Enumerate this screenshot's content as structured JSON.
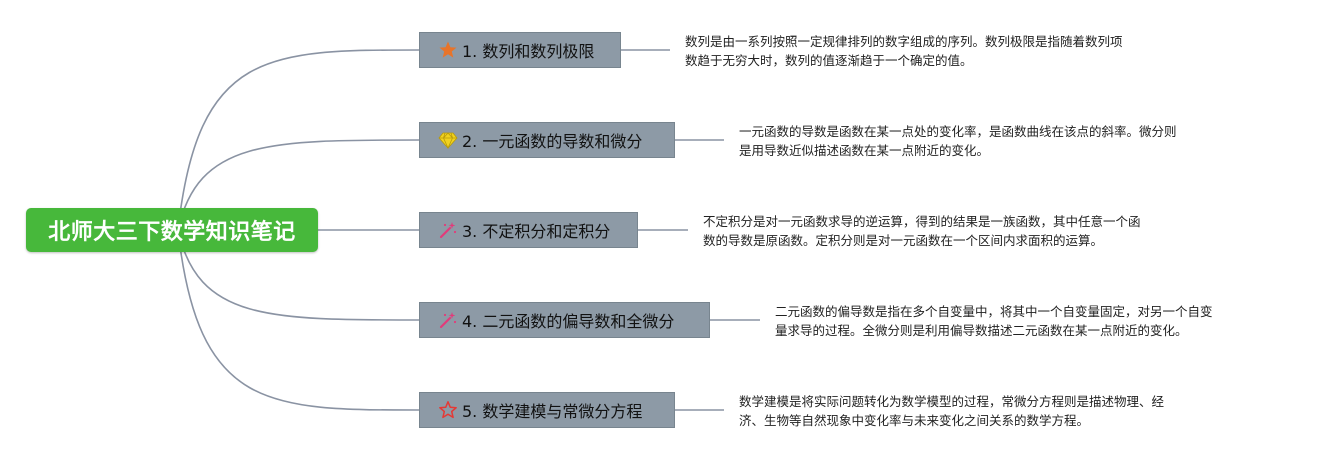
{
  "root": {
    "title": "北师大三下数学知识笔记",
    "fill": "#47b83b"
  },
  "topic_style": {
    "fill": "#8d9aa6",
    "border": "#78858f",
    "connector": "#8a93a3"
  },
  "topics": [
    {
      "label": "1. 数列和数列极限",
      "icon": "orange-star-icon",
      "icon_color": "#e8742a",
      "desc_lines": [
        "数列是由一系列按照一定规律排列的数字组成的序列。数列极限是指随着数列项",
        "数趋于无穷大时，数列的值逐渐趋于一个确定的值。"
      ]
    },
    {
      "label": "2. 一元函数的导数和微分",
      "icon": "yellow-diamond-icon",
      "icon_color": "#f1d21f",
      "desc_lines": [
        "一元函数的导数是函数在某一点处的变化率，是函数曲线在该点的斜率。微分则",
        "是用导数近似描述函数在某一点附近的变化。"
      ]
    },
    {
      "label": "3. 不定积分和定积分",
      "icon": "magic-wand-icon",
      "icon_color": "#e23b7a",
      "desc_lines": [
        "不定积分是对一元函数求导的逆运算，得到的结果是一族函数，其中任意一个函",
        "数的导数是原函数。定积分则是对一元函数在一个区间内求面积的运算。"
      ]
    },
    {
      "label": "4. 二元函数的偏导数和全微分",
      "icon": "magic-wand-icon",
      "icon_color": "#e23b7a",
      "desc_lines": [
        "二元函数的偏导数是指在多个自变量中，将其中一个自变量固定，对另一个自变",
        "量求导的过程。全微分则是利用偏导数描述二元函数在某一点附近的变化。"
      ]
    },
    {
      "label": "5. 数学建模与常微分方程",
      "icon": "red-outline-star-icon",
      "icon_color": "#e53935",
      "desc_lines": [
        "数学建模是将实际问题转化为数学模型的过程，常微分方程则是描述物理、经",
        "济、生物等自然现象中变化率与未来变化之间关系的数学方程。"
      ]
    }
  ]
}
